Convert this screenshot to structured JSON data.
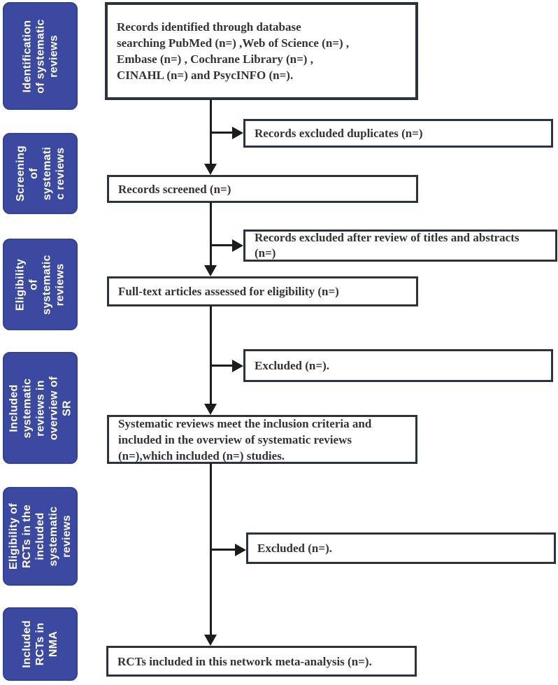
{
  "colors": {
    "sidebar_blue": "#3b4aa0",
    "sidebar_border": "#32419a",
    "sidebar_text": "#ffffff",
    "box_border": "#2c3340",
    "box_text": "#333333",
    "arrow": "#1c1c1c"
  },
  "sidebar": {
    "items": [
      {
        "label": "Identification\nof systematic\nreviews"
      },
      {
        "label": "Screening\nof\nsystemati\nc reviews"
      },
      {
        "label": "Eligibility\nof\nsystematic\nreviews"
      },
      {
        "label": "Included\nsystematic\nreviews in\noverview of\nSR"
      },
      {
        "label": "Eligibility of\nRCTs in the\nincluded\nsystematic\nreviews"
      },
      {
        "label": "Included\nRCTs in\nNMA"
      }
    ]
  },
  "flow": {
    "main": [
      {
        "text": "Records identified through database\nsearching PubMed (n=) ,Web of Science (n=) ,\nEmbase (n=) , Cochrane Library (n=) ,\nCINAHL (n=) and PsycINFO (n=)."
      },
      {
        "text": "Records screened (n=)"
      },
      {
        "text": "Full-text articles assessed for eligibility (n=)"
      },
      {
        "text": "Systematic reviews meet the inclusion criteria and\nincluded in the overview of systematic reviews\n(n=),which included (n=) studies."
      },
      {
        "text": "RCTs included in this network meta-analysis (n=)."
      }
    ],
    "side": [
      {
        "text": "Records excluded duplicates (n=)"
      },
      {
        "text": "Records excluded after review of titles and abstracts\n(n=)"
      },
      {
        "text": "Excluded (n=)."
      },
      {
        "text": "Excluded (n=)."
      }
    ]
  }
}
